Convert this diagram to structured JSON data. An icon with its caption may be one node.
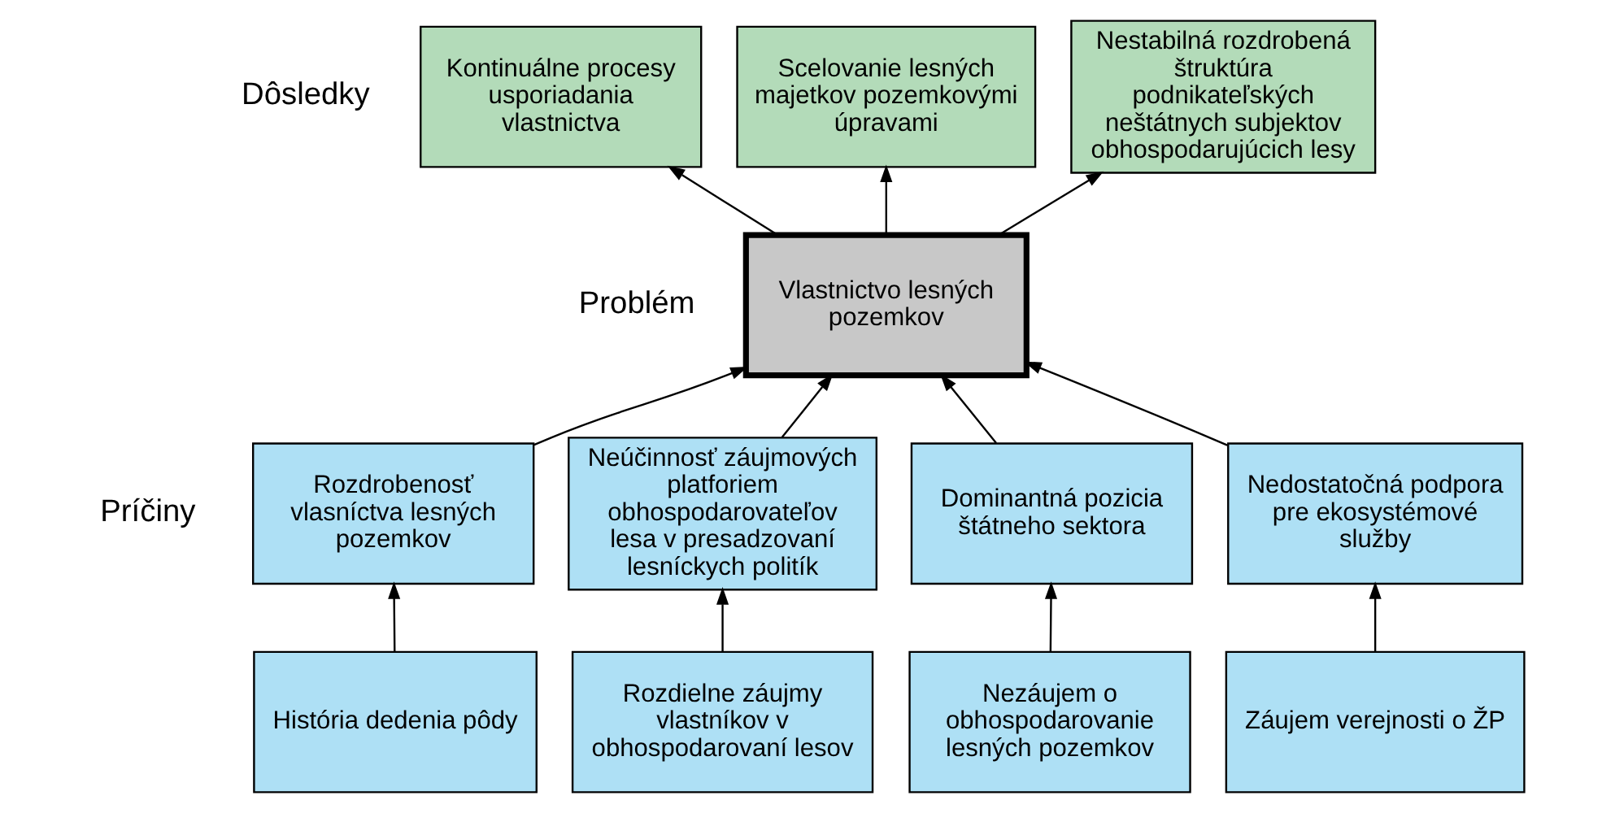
{
  "diagram": {
    "nodes": [
      {
        "text": [
          "Kontinuálne procesy usporiadania vlastnictva"
        ]
      },
      {
        "text": [
          "Scelovanie lesných majetkov pozemkovými úpravami"
        ]
      },
      {
        "text": [
          "Nestabilná rozdrobená štruktúra podnikateľských neštátnych subjektov obhospodarujúcich lesy"
        ]
      },
      {
        "text": [
          "Vlastnictvo lesných pozemkov"
        ]
      },
      {
        "text": [
          "Rozdrobenosť vlasníctva lesných pozemkov"
        ]
      },
      {
        "text": [
          "Neúčinnosť záujmových platforiem obhospodarovateľov lesa v presadzovaní lesníckych politík"
        ]
      },
      {
        "text": [
          "Dominantná pozicia štátneho sektora"
        ]
      },
      {
        "text": [
          "Nedostatočná podpora pre ekosystémové služby"
        ]
      },
      {
        "text": [
          "História dedenia pôdy"
        ]
      },
      {
        "text": [
          "Rozdielne záujmy vlastníkov v obhospodarovaní lesov"
        ]
      },
      {
        "text": [
          "Nezáujem o obhospodarovanie lesných pozemkov"
        ]
      },
      {
        "text": [
          "Záujem verejnosti o ŽP"
        ]
      }
    ],
    "edges": [
      {
        "from": 3,
        "to": 0,
        "arrow": "to"
      },
      {
        "from": 3,
        "to": 1,
        "arrow": "to"
      },
      {
        "from": 3,
        "to": 2,
        "arrow": "to"
      },
      {
        "from": 4,
        "to": 3,
        "arrow": "to"
      },
      {
        "from": 5,
        "to": 3,
        "arrow": "to"
      },
      {
        "from": 6,
        "to": 3,
        "arrow": "to"
      },
      {
        "from": 7,
        "to": 3,
        "arrow": "to"
      },
      {
        "from": 8,
        "to": 4,
        "arrow": "to"
      },
      {
        "from": 9,
        "to": 5,
        "arrow": "to"
      },
      {
        "from": 10,
        "to": 6,
        "arrow": "to"
      },
      {
        "from": 11,
        "to": 7,
        "arrow": "to"
      }
    ],
    "labels": [
      "Dôsledky",
      "Problém",
      "Príčiny"
    ]
  }
}
